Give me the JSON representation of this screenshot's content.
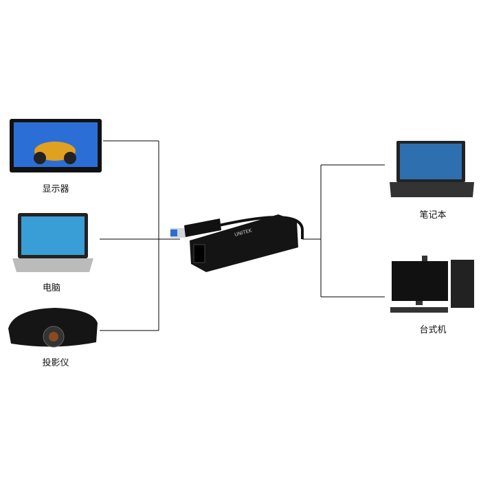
{
  "left_devices": [
    {
      "label": "显示器"
    },
    {
      "label": "电脑"
    },
    {
      "label": "投影仪"
    }
  ],
  "right_devices": [
    {
      "label": "笔记本"
    },
    {
      "label": "台式机"
    }
  ],
  "adapter": {
    "brand": "UNITEK"
  }
}
